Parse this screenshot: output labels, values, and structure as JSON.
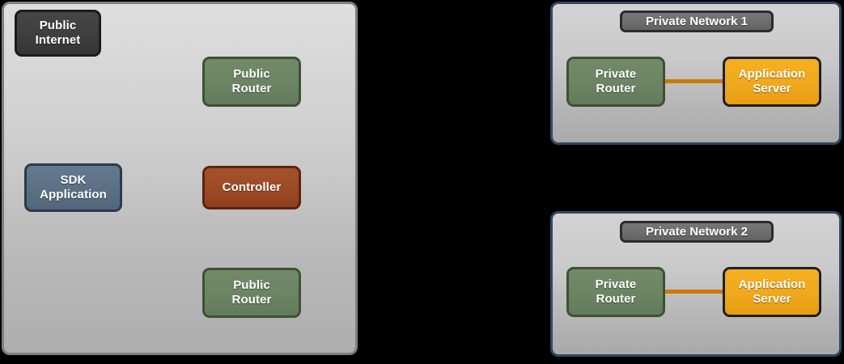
{
  "diagram": {
    "type": "network-architecture",
    "background_color": "#000000",
    "public_region": {
      "name": "public-region",
      "border_color": "#7f7f7f",
      "fill_top": "#dedede",
      "fill_bottom": "#aeaeae",
      "nodes": [
        {
          "id": "public-internet",
          "label": "Public\nInternet",
          "line1": "Public",
          "line2": "Internet",
          "color": "#3e3e3e",
          "border": "#1b1b1b"
        },
        {
          "id": "public-router-top",
          "label": "Public\nRouter",
          "line1": "Public",
          "line2": "Router",
          "color": "#6b8462",
          "border": "#3c5233"
        },
        {
          "id": "sdk-application",
          "label": "SDK\nApplication",
          "line1": "SDK",
          "line2": "Application",
          "color": "#5c7085",
          "border": "#2b3a4c"
        },
        {
          "id": "controller",
          "label": "Controller",
          "line1": "Controller",
          "line2": "",
          "color": "#9c4a26",
          "border": "#5c2310"
        },
        {
          "id": "public-router-bottom",
          "label": "Public\nRouter",
          "line1": "Public",
          "line2": "Router",
          "color": "#6b8462",
          "border": "#3c5233"
        }
      ]
    },
    "private_networks": [
      {
        "id": "private-network-1",
        "title": "Private Network 1",
        "border_color": "#2d4a63",
        "router": {
          "line1": "Private",
          "line2": "Router",
          "color": "#6b8462",
          "border": "#3c5233"
        },
        "server": {
          "line1": "Application",
          "line2": "Server",
          "color": "#f0a81e",
          "border": "#1f1f1f"
        },
        "link_color": "#cc7a00"
      },
      {
        "id": "private-network-2",
        "title": "Private Network 2",
        "border_color": "#2d4a63",
        "router": {
          "line1": "Private",
          "line2": "Router",
          "color": "#6b8462",
          "border": "#3c5233"
        },
        "server": {
          "line1": "Application",
          "line2": "Server",
          "color": "#f0a81e",
          "border": "#1f1f1f"
        },
        "link_color": "#cc7a00"
      }
    ]
  }
}
